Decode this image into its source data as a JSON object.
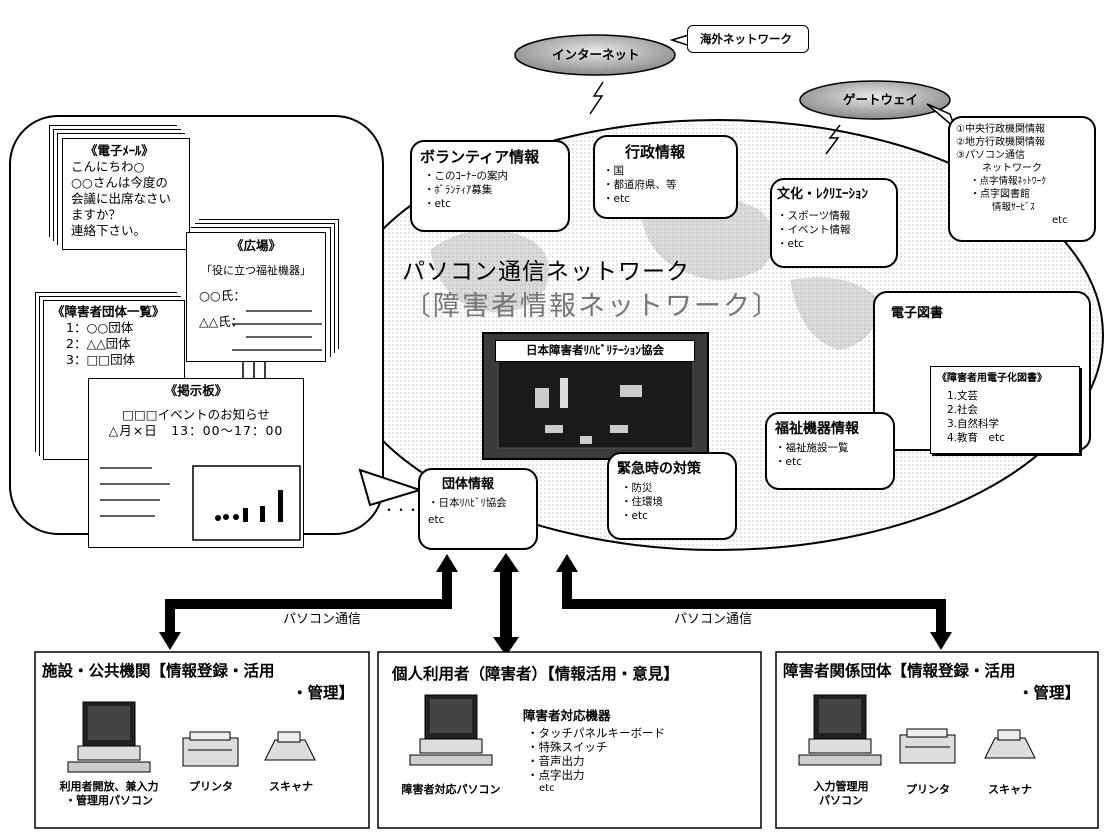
{
  "clouds": {
    "internet": "インターネット",
    "overseas": "海外ネットワーク",
    "gateway": "ゲートウェイ"
  },
  "gateway_box": {
    "items": [
      "①中央行政機関情報",
      "②地方行政機関情報",
      "③パソコン通信",
      "ネットワーク",
      "・点字情報ﾈｯﾄﾜｰｸ",
      "・点字図書館",
      "情報ｻｰﾋﾞｽ",
      "etc"
    ]
  },
  "network": {
    "title": "パソコン通信ネットワーク",
    "subtitle": "〔障害者情報ネットワーク〕",
    "center_label": "日本障害者ﾘﾊﾋﾞﾘﾃｰｼｮﾝ協会"
  },
  "volunteer": {
    "title": "ボランティア情報",
    "items": [
      "・このｺｰﾅｰの案内",
      "・ﾎﾞﾗﾝﾃｨｱ募集",
      "・etc"
    ]
  },
  "admin": {
    "title": "行政情報",
    "items": [
      "・国",
      "・都道府県、等",
      "・etc"
    ]
  },
  "culture": {
    "title": "文化・ﾚｸﾘｴｰｼｮﾝ",
    "items": [
      "・スポーツ情報",
      "・イベント情報",
      "・etc"
    ]
  },
  "ebook": {
    "title": "電子図書",
    "inner_title": "《障害者用電子化図書》",
    "items": [
      "1.文芸",
      "2.社会",
      "3.自然科学",
      "4.教育　etc"
    ]
  },
  "welfare": {
    "title": "福祉機器情報",
    "items": [
      "・福祉施設一覧",
      "・etc"
    ]
  },
  "emergency": {
    "title": "緊急時の対策",
    "items": [
      "・防災",
      "・住環境",
      "・etc"
    ]
  },
  "group": {
    "title": "団体情報",
    "items": [
      "・日本ﾘﾊﾋﾞﾘ協会",
      "etc"
    ],
    "dots": "・・・"
  },
  "screens": {
    "email": {
      "title": "《電子ﾒｰﾙ》",
      "lines": [
        "こんにちわ○",
        "○○さんは今度の",
        "会議に出席なさい",
        "ますか？",
        "連絡下さい。"
      ]
    },
    "plaza": {
      "title": "《広場》",
      "headline": "「役に立つ福祉機器」",
      "lines": [
        "○○氏：",
        "△△氏："
      ]
    },
    "groups": {
      "title": "《障害者団体一覧》",
      "lines": [
        "1：○○団体",
        "2：△△団体",
        "3：□□団体"
      ]
    },
    "board": {
      "title": "《掲示板》",
      "headline": "□□□イベントのお知らせ",
      "date": "△月×日　13：00～17：00"
    }
  },
  "links": {
    "left": "パソコン通信",
    "right": "パソコン通信"
  },
  "panels": {
    "facility": {
      "title": "施設・公共機関【情報登録・活用",
      "title2": "・管理】",
      "pc_caption": "利用者開放、兼入力",
      "pc_caption2": "・管理用パソコン",
      "printer": "プリンタ",
      "scanner": "スキャナ"
    },
    "individual": {
      "title": "個人利用者（障害者）【情報活用・意見】",
      "pc_caption": "障害者対応パソコン",
      "devices_title": "障害者対応機器",
      "devices": [
        "・タッチパネルキーボード",
        "・特殊スイッチ",
        "・音声出力",
        "・点字出力"
      ],
      "etc": "etc"
    },
    "org": {
      "title": "障害者関係団体【情報登録・活用",
      "title2": "・管理】",
      "pc_caption": "入力管理用",
      "pc_caption2": "パソコン",
      "printer": "プリンタ",
      "scanner": "スキャナ"
    }
  }
}
